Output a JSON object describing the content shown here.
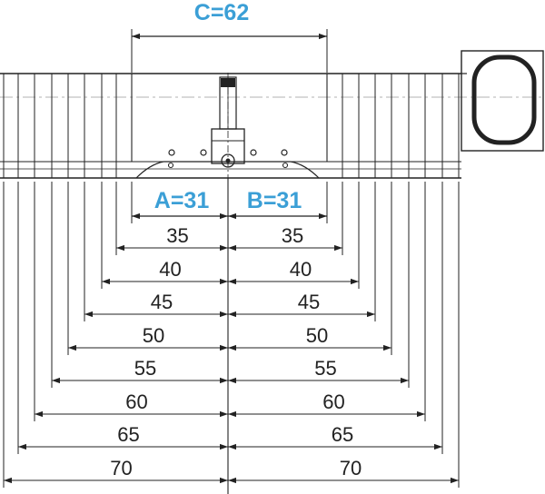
{
  "colors": {
    "accent": "#3b9fd6",
    "line": "#222222",
    "background": "#ffffff"
  },
  "labels": {
    "c_total": "C=62",
    "a_side": "A=31",
    "b_side": "B=31"
  },
  "left_dimensions": [
    "35",
    "40",
    "45",
    "50",
    "55",
    "60",
    "65",
    "70"
  ],
  "right_dimensions": [
    "35",
    "40",
    "45",
    "50",
    "55",
    "60",
    "65",
    "70"
  ],
  "icons": {
    "knob": "thumbturn-knob",
    "cam": "cylinder-cam"
  }
}
